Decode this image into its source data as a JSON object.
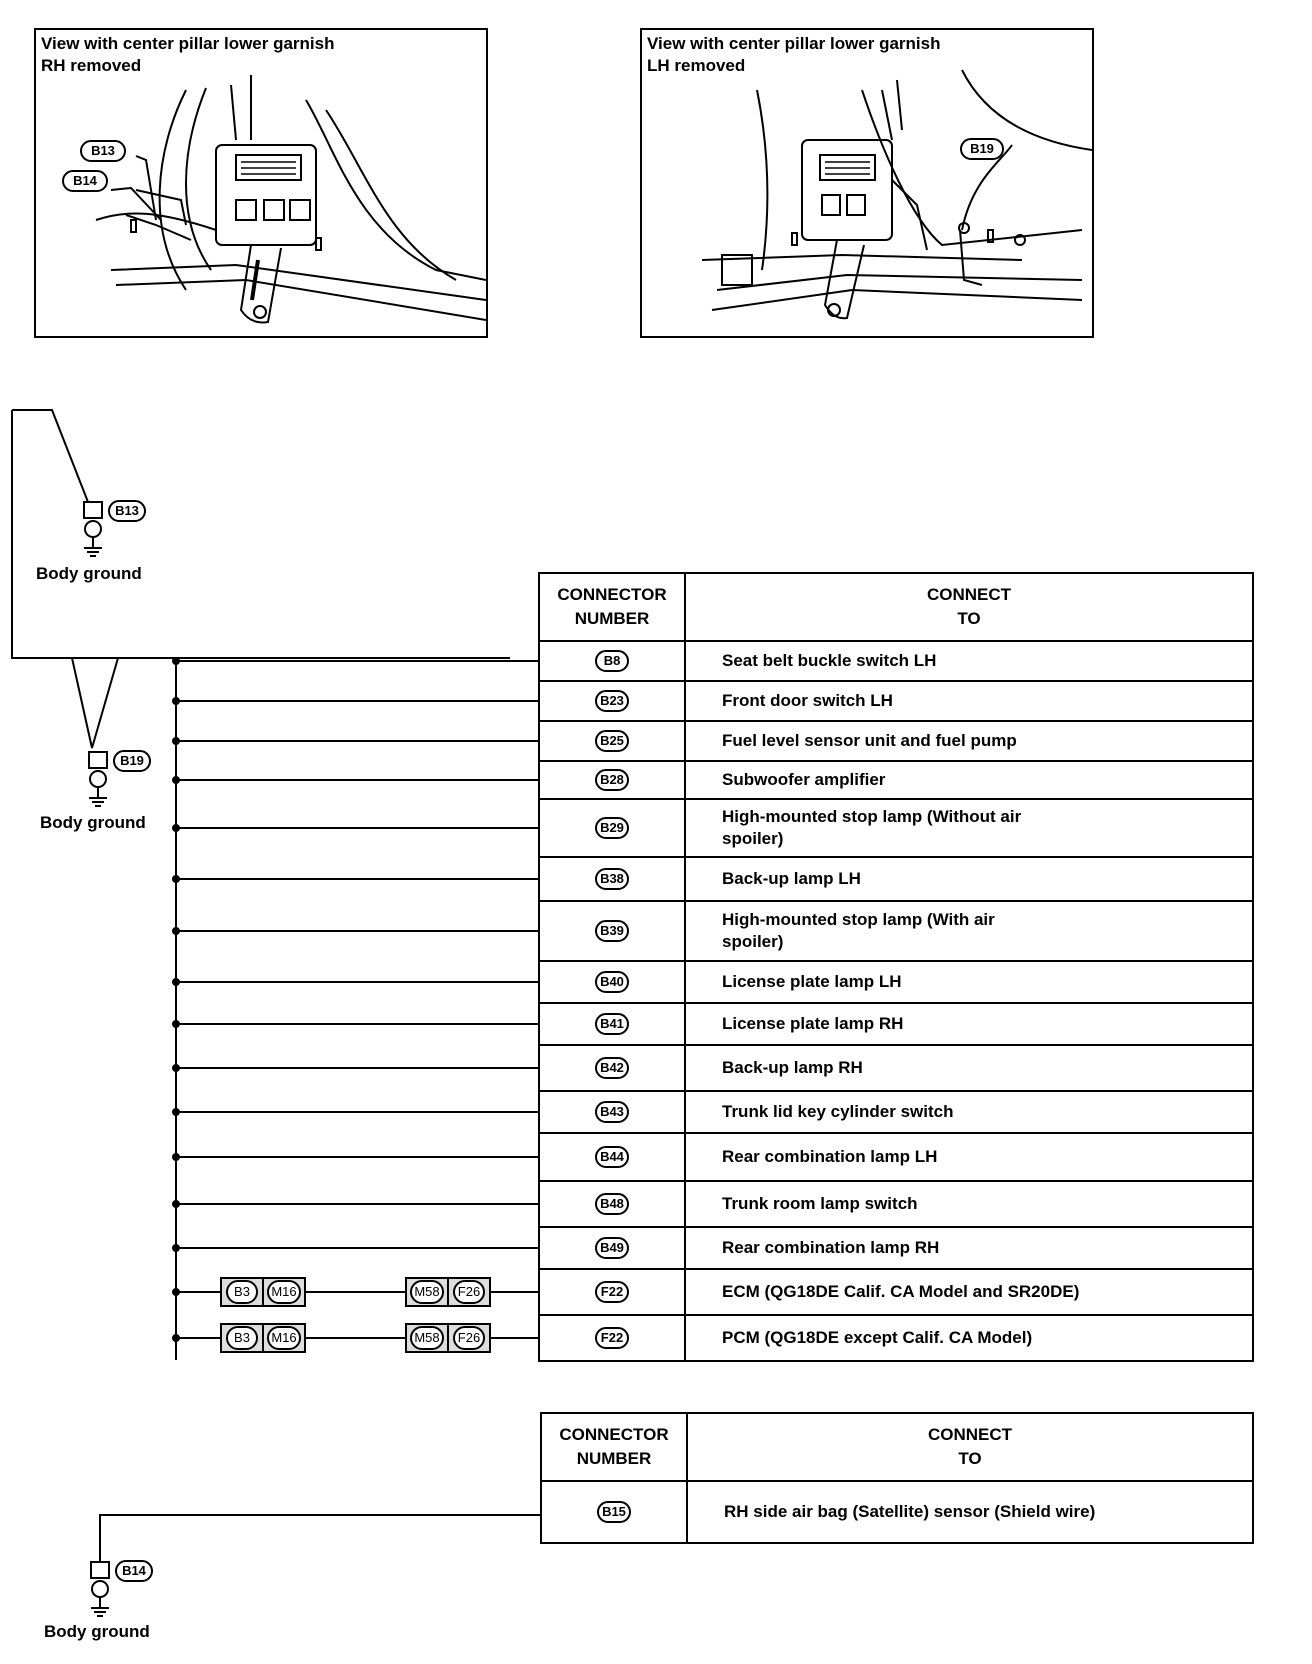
{
  "panels": {
    "rh_title": "View with center pillar lower garnish\nRH removed",
    "lh_title": "View with center pillar lower garnish\nLH removed",
    "rh_callouts": [
      "B13",
      "B14"
    ],
    "lh_callouts": [
      "B19"
    ]
  },
  "grounds": [
    {
      "connector": "B13",
      "label": "Body ground"
    },
    {
      "connector": "B19",
      "label": "Body ground"
    },
    {
      "connector": "B14",
      "label": "Body ground"
    }
  ],
  "table1": {
    "header_connector": "CONNECTOR\nNUMBER",
    "header_connect": "CONNECT\nTO",
    "rows": [
      {
        "num": "B8",
        "to": "Seat belt buckle switch LH"
      },
      {
        "num": "B23",
        "to": "Front door switch LH"
      },
      {
        "num": "B25",
        "to": "Fuel level sensor unit and fuel pump"
      },
      {
        "num": "B28",
        "to": "Subwoofer amplifier"
      },
      {
        "num": "B29",
        "to": "High-mounted stop lamp (Without air\nspoiler)"
      },
      {
        "num": "B38",
        "to": "Back-up lamp LH"
      },
      {
        "num": "B39",
        "to": "High-mounted stop lamp (With air\nspoiler)"
      },
      {
        "num": "B40",
        "to": "License plate lamp LH"
      },
      {
        "num": "B41",
        "to": "License plate lamp RH"
      },
      {
        "num": "B42",
        "to": "Back-up lamp RH"
      },
      {
        "num": "B43",
        "to": "Trunk lid key cylinder switch"
      },
      {
        "num": "B44",
        "to": "Rear combination lamp LH"
      },
      {
        "num": "B48",
        "to": "Trunk room lamp switch"
      },
      {
        "num": "B49",
        "to": "Rear combination lamp RH"
      },
      {
        "num": "F22",
        "to": "ECM (QG18DE Calif. CA Model and SR20DE)"
      },
      {
        "num": "F22",
        "to": "PCM (QG18DE except Calif. CA Model)"
      }
    ]
  },
  "table2": {
    "header_connector": "CONNECTOR\nNUMBER",
    "header_connect": "CONNECT\nTO",
    "rows": [
      {
        "num": "B15",
        "to": "RH side air bag (Satellite) sensor (Shield wire)"
      }
    ]
  },
  "junctions": {
    "left": [
      "B3",
      "M16"
    ],
    "right": [
      "M58",
      "F26"
    ]
  }
}
